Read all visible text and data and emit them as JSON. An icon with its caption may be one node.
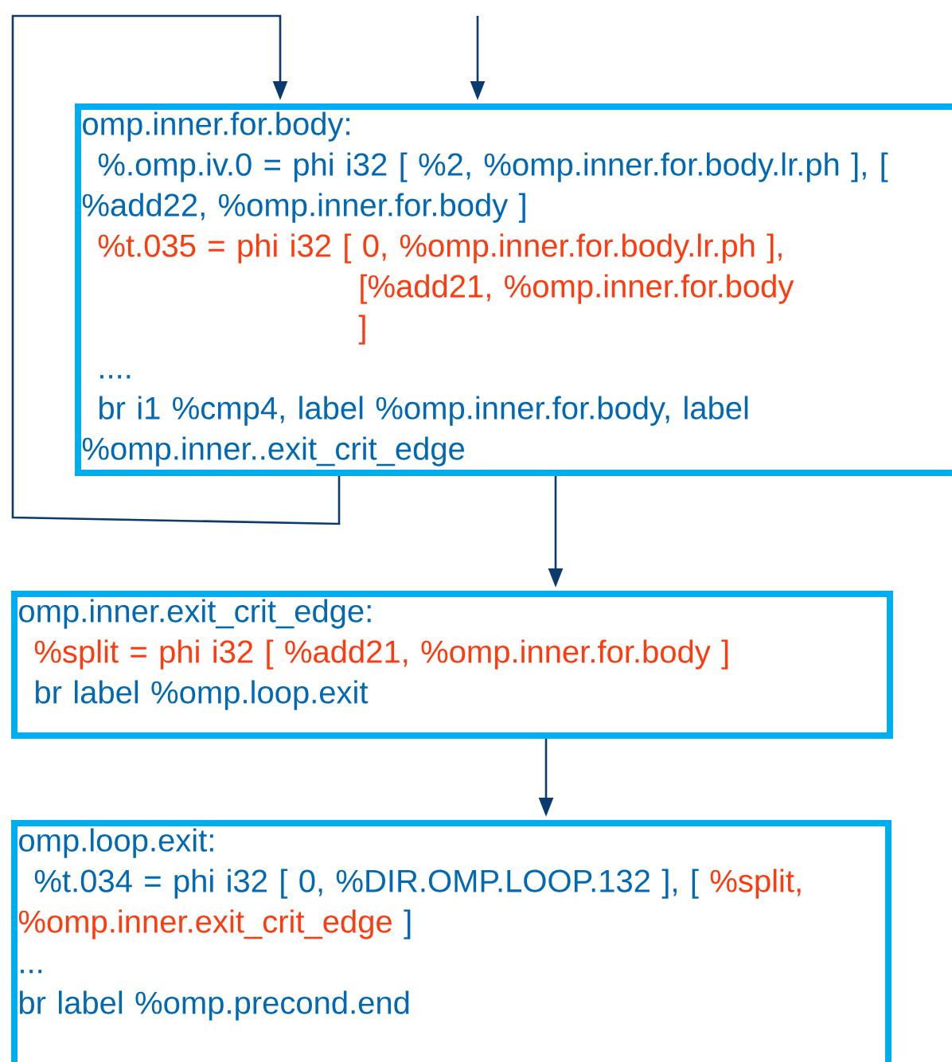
{
  "diagram": {
    "nodes": [
      {
        "text": [
          "omp.inner.for.body:",
          "%.omp.iv.0 = phi i32 [ %2,  %omp.inner.for.body.lr.ph ], [ %add22, %omp.inner.for.body ]",
          "%t.035 = phi i32 [ 0, %omp.inner.for.body.lr.ph ], [%add21, %omp.inner.for.body ]",
          "....",
          "br i1 %cmp4, label %omp.inner.for.body, label %omp.inner..exit_crit_edge"
        ]
      },
      {
        "text": [
          "omp.inner.exit_crit_edge:",
          "%split = phi i32 [ %add21, %omp.inner.for.body ]",
          "br label %omp.loop.exit"
        ]
      },
      {
        "text": [
          "omp.loop.exit:",
          "%t.034 = phi i32 [ 0, %DIR.OMP.LOOP.132 ], [",
          "%split, %omp.inner.exit_crit_edge",
          "]",
          "...",
          "br label %omp.precond.end"
        ]
      }
    ],
    "edges": [
      {
        "from": 0,
        "to": 0,
        "arrow": "to"
      },
      {
        "from": null,
        "to": 0,
        "arrow": "to"
      },
      {
        "from": 0,
        "to": 1,
        "arrow": "to"
      },
      {
        "from": 1,
        "to": 2,
        "arrow": "to"
      }
    ]
  }
}
